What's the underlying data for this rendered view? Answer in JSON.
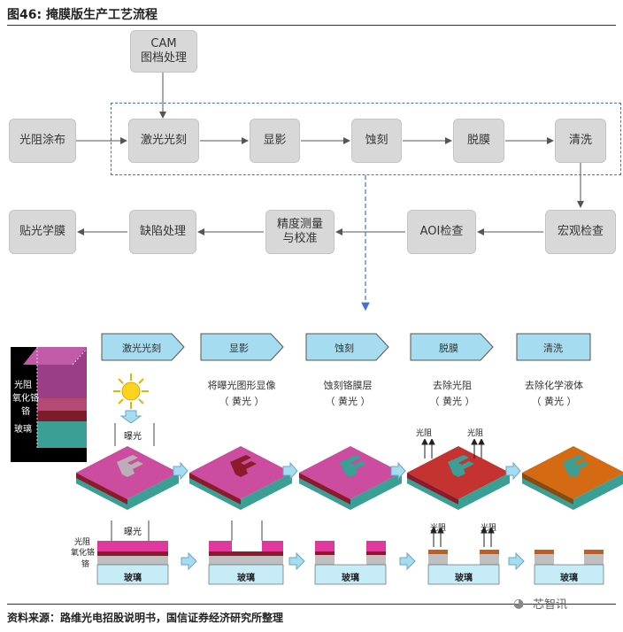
{
  "title": "图46: 掩膜版生产工艺流程",
  "flow": {
    "cam": "CAM\n图档处理",
    "coat": "光阻涂布",
    "laser": "激光光刻",
    "develop": "显影",
    "etch": "蚀刻",
    "strip": "脱膜",
    "clean": "清洗",
    "macro": "宏观检查",
    "aoi": "AOI检查",
    "measure": "精度测量\n与校准",
    "defect": "缺陷处理",
    "pellicle": "贴光学膜"
  },
  "steps": [
    {
      "label": "激光光刻",
      "desc": "",
      "light": ""
    },
    {
      "label": "显影",
      "desc": "将曝光图形显像",
      "light": "（ 黄光 ）"
    },
    {
      "label": "蚀刻",
      "desc": "蚀刻铬膜层",
      "light": "（ 黄光 ）"
    },
    {
      "label": "脱膜",
      "desc": "去除光阻",
      "light": "（ 黄光 ）"
    },
    {
      "label": "清洗",
      "desc": "去除化学液体",
      "light": "（ 黄光 ）"
    }
  ],
  "layers": {
    "photoresist": "光阻",
    "chrome_oxide": "氧化铬",
    "chrome": "铬",
    "glass": "玻璃"
  },
  "exposure": "曝光",
  "photoresist_label": "光阻",
  "glass": "玻璃",
  "source": "资料来源：路维光电招股说明书，国信证券经济研究所整理",
  "watermark": "芯智讯",
  "colors": {
    "box": "#d8d8d8",
    "dash": "#4a6fc9",
    "chevron": "#a6dcef",
    "magenta": "#cc4c9f",
    "chrome": "#8c1a2a",
    "glass": "#3a9f94",
    "orange": "#d46a12"
  }
}
